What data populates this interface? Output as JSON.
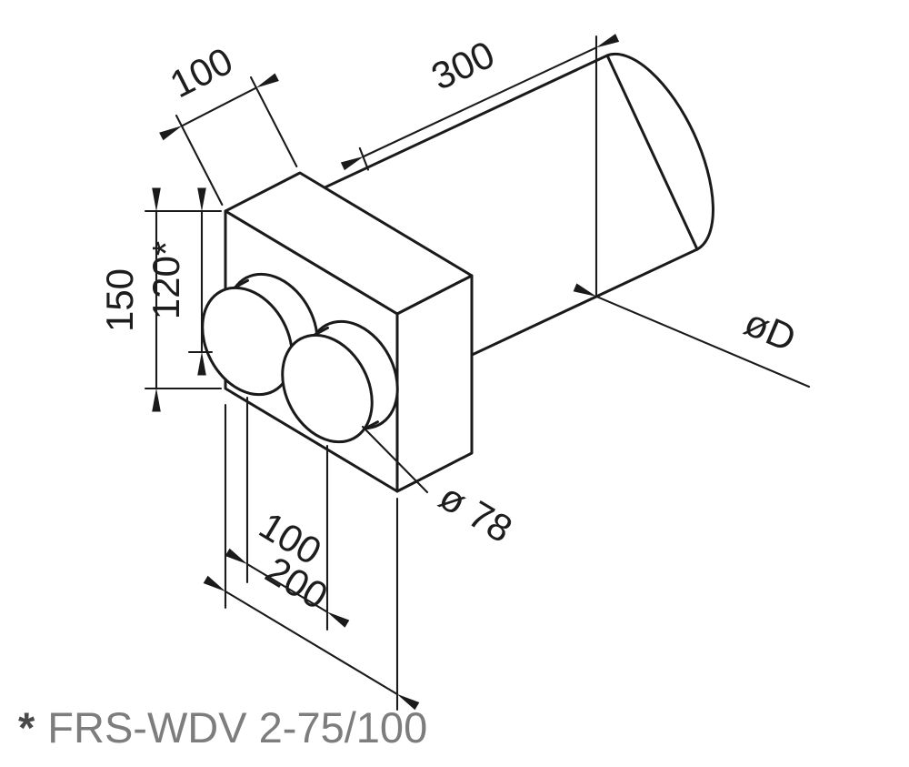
{
  "diagram": {
    "dimensions": {
      "duct_length": "300",
      "box_depth": "100",
      "box_height": "150",
      "frame_height": "120*",
      "spigot_spacing": "100",
      "box_width": "200",
      "spigot_diameter": "ø 78",
      "duct_diameter": "øD"
    },
    "footnote": {
      "star": "*",
      "label": "FRS-WDV 2-75/100"
    },
    "colors": {
      "line": "#1a1a1a",
      "dimension_text": "#1d1d1d",
      "footnote_text": "#7d7d7d",
      "background": "#ffffff"
    }
  }
}
